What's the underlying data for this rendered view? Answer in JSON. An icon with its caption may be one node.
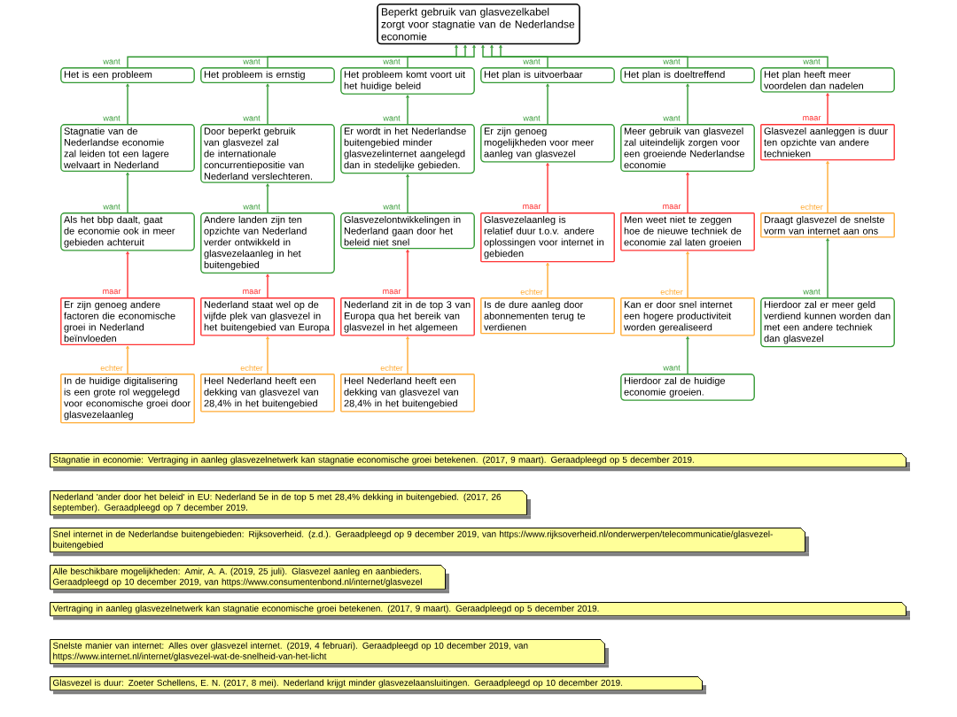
{
  "diagram": {
    "nodes": [
      {
        "text": [
          "Beperkt gebruik van glasvezelkabel zorgt voor stagnatie van de Nederlandse economie"
        ]
      },
      {
        "text": [
          "Het is een probleem"
        ]
      },
      {
        "text": [
          "Het probleem is ernstig"
        ]
      },
      {
        "text": [
          "Het probleem komt voort uit het huidige beleid"
        ]
      },
      {
        "text": [
          "Het plan is uitvoerbaar"
        ]
      },
      {
        "text": [
          "Het plan is doeltreffend"
        ]
      },
      {
        "text": [
          "Het plan heeft meer voordelen dan nadelen"
        ]
      },
      {
        "text": [
          "Stagnatie van de Nederlandse economie zal leiden tot een lagere welvaart in Nederland"
        ]
      },
      {
        "text": [
          "Door beperkt gebruik van glasvezel zal de internationale concurrentiepositie van Nederland verslechteren."
        ]
      },
      {
        "text": [
          "Er wordt in het Nederlandse buitengebied minder glasvezelinternet aangelegd dan in stedelijke gebieden."
        ]
      },
      {
        "text": [
          "Er zijn genoeg mogelijkheden voor meer aanleg van glasvezel"
        ]
      },
      {
        "text": [
          "Meer gebruik van glasvezel zal uiteindelijk zorgen voor een groeiende Nederlandse economie"
        ]
      },
      {
        "text": [
          "Glasvezel aanleggen is duur ten opzichte van andere technieken"
        ]
      },
      {
        "text": [
          "Als het bbp daalt, gaat de economie ook in meer gebieden achteruit"
        ]
      },
      {
        "text": [
          "Andere landen zijn ten opzichte van Nederland verder ontwikkeld in glasvezelaanleg in het buitengebied"
        ]
      },
      {
        "text": [
          "Glasvezelontwikkelingen in Nederland gaan door het beleid niet snel"
        ]
      },
      {
        "text": [
          "Glasvezelaanleg is relatief duur t.o.v. andere oplossingen voor internet in gebieden"
        ]
      },
      {
        "text": [
          "Men weet niet te zeggen hoe de nieuwe techniek de economie zal laten groeien"
        ]
      },
      {
        "text": [
          "Draagt glasvezel de snelste vorm van internet aan ons"
        ]
      },
      {
        "text": [
          "Er zijn genoeg andere factoren die economische groei in Nederland beïnvloeden"
        ]
      },
      {
        "text": [
          "Nederland staat wel op de vijfde plek van glasvezel in het buitengebied van Europa"
        ]
      },
      {
        "text": [
          "Nederland zit in de top 3 van Europa qua het bereik van glasvezel in het algemeen"
        ]
      },
      {
        "text": [
          "Is de dure aanleg door abonnementen terug te verdienen"
        ]
      },
      {
        "text": [
          "Kan er door snel internet een hogere productiviteit worden gerealiseerd"
        ]
      },
      {
        "text": [
          "Hierdoor zal er meer geld verdiend kunnen worden dan met een andere techniek dan glasvezel"
        ]
      },
      {
        "text": [
          "In de huidige digitalisering is een grote rol weggelegd voor economische groei door glasvezelaanleg"
        ]
      },
      {
        "text": [
          "Heel Nederland heeft een dekking van glasvezel van 28,4% in het buitengebied"
        ]
      },
      {
        "text": [
          "Heel Nederland heeft een dekking van glasvezel van 28,4% in het buitengebied"
        ]
      },
      {
        "text": [
          "Hierdoor zal de huidige economie groeien."
        ]
      },
      {
        "text": [
          "Stagnatie in economie: Vertraging in aanleg glasvezelnetwerk kan stagnatie economische groei betekenen. (2017, 9 maart). Geraadpleegd op 5 december 2019."
        ]
      },
      {
        "text": [
          "Nederland 'ander door het beleid' in EU: Nederland 5e in de top 5 met 28,4% dekking in buitengebied. (2017, 26 september). Geraadpleegd op 7 december 2019."
        ]
      },
      {
        "text": [
          "Snel internet in de Nederlandse buitengebieden: Rijksoverheid. (z.d.). Geraadpleegd op 9 december 2019, van https://www.rijksoverheid.nl/onderwerpen/telecommunicatie/glasvezel-buitengebied"
        ]
      },
      {
        "text": [
          "Alle beschikbare mogelijkheden: Amir, A. A. (2019, 25 juli). Glasvezel aanleg en aanbieders. Geraadpleegd op 10 december 2019, van https://www.consumentenbond.nl/internet/glasvezel"
        ]
      },
      {
        "text": [
          "Vertraging in aanleg glasvezelnetwerk kan stagnatie economische groei betekenen. (2017, 9 maart). Geraadpleegd op 5 december 2019."
        ]
      },
      {
        "text": [
          "Snelste manier van internet: Alles over glasvezel internet. (2019, 4 februari). Geraadpleegd op 10 december 2019, van https://www.internet.nl/internet/glasvezel-wat-de-snelheid-van-het-licht"
        ]
      },
      {
        "text": [
          "Glasvezel is duur: Zoeter Schellens, E. N. (2017, 8 mei). Nederland krijgt minder glasvezelaansluitingen. Geraadpleegd op 10 december 2019."
        ]
      }
    ],
    "edges": [
      {
        "from": 1,
        "to": 0,
        "arrow": "to",
        "label": "want"
      },
      {
        "from": 2,
        "to": 0,
        "arrow": "to",
        "label": "want"
      },
      {
        "from": 3,
        "to": 0,
        "arrow": "to",
        "label": "want"
      },
      {
        "from": 4,
        "to": 0,
        "arrow": "to",
        "label": "want"
      },
      {
        "from": 5,
        "to": 0,
        "arrow": "to",
        "label": "want"
      },
      {
        "from": 6,
        "to": 0,
        "arrow": "to",
        "label": "want"
      },
      {
        "from": 7,
        "to": 1,
        "arrow": "to",
        "label": "want"
      },
      {
        "from": 8,
        "to": 2,
        "arrow": "to",
        "label": "want"
      },
      {
        "from": 9,
        "to": 3,
        "arrow": "to",
        "label": "want"
      },
      {
        "from": 10,
        "to": 4,
        "arrow": "to",
        "label": "want"
      },
      {
        "from": 11,
        "to": 5,
        "arrow": "to",
        "label": "want"
      },
      {
        "from": 12,
        "to": 6,
        "arrow": "to",
        "label": "maar",
        "color": "#ff3333"
      },
      {
        "from": 13,
        "to": 7,
        "arrow": "to",
        "label": "want"
      },
      {
        "from": 14,
        "to": 8,
        "arrow": "to",
        "label": "want"
      },
      {
        "from": 15,
        "to": 9,
        "arrow": "to",
        "label": "want"
      },
      {
        "from": 16,
        "to": 10,
        "arrow": "to",
        "label": "maar",
        "color": "#ff3333"
      },
      {
        "from": 17,
        "to": 11,
        "arrow": "to",
        "label": "maar",
        "color": "#ff3333"
      },
      {
        "from": 18,
        "to": 12,
        "arrow": "to",
        "label": "echter",
        "color": "#ffaa33"
      },
      {
        "from": 19,
        "to": 13,
        "arrow": "to",
        "label": "maar",
        "color": "#ff3333"
      },
      {
        "from": 20,
        "to": 14,
        "arrow": "to",
        "label": "maar",
        "color": "#ff3333"
      },
      {
        "from": 21,
        "to": 15,
        "arrow": "to",
        "label": "maar",
        "color": "#ff3333"
      },
      {
        "from": 22,
        "to": 16,
        "arrow": "to",
        "label": "echter",
        "color": "#ffaa33"
      },
      {
        "from": 23,
        "to": 17,
        "arrow": "to",
        "label": "echter",
        "color": "#ffaa33"
      },
      {
        "from": 24,
        "to": 18,
        "arrow": "to",
        "label": "want"
      },
      {
        "from": 25,
        "to": 19,
        "arrow": "to",
        "label": "echter",
        "color": "#ffaa33"
      },
      {
        "from": 26,
        "to": 20,
        "arrow": "to",
        "label": "echter",
        "color": "#ffaa33"
      },
      {
        "from": 27,
        "to": 21,
        "arrow": "to",
        "label": "echter",
        "color": "#ffaa33"
      },
      {
        "from": 28,
        "to": 23,
        "arrow": "to",
        "label": "want"
      }
    ]
  }
}
